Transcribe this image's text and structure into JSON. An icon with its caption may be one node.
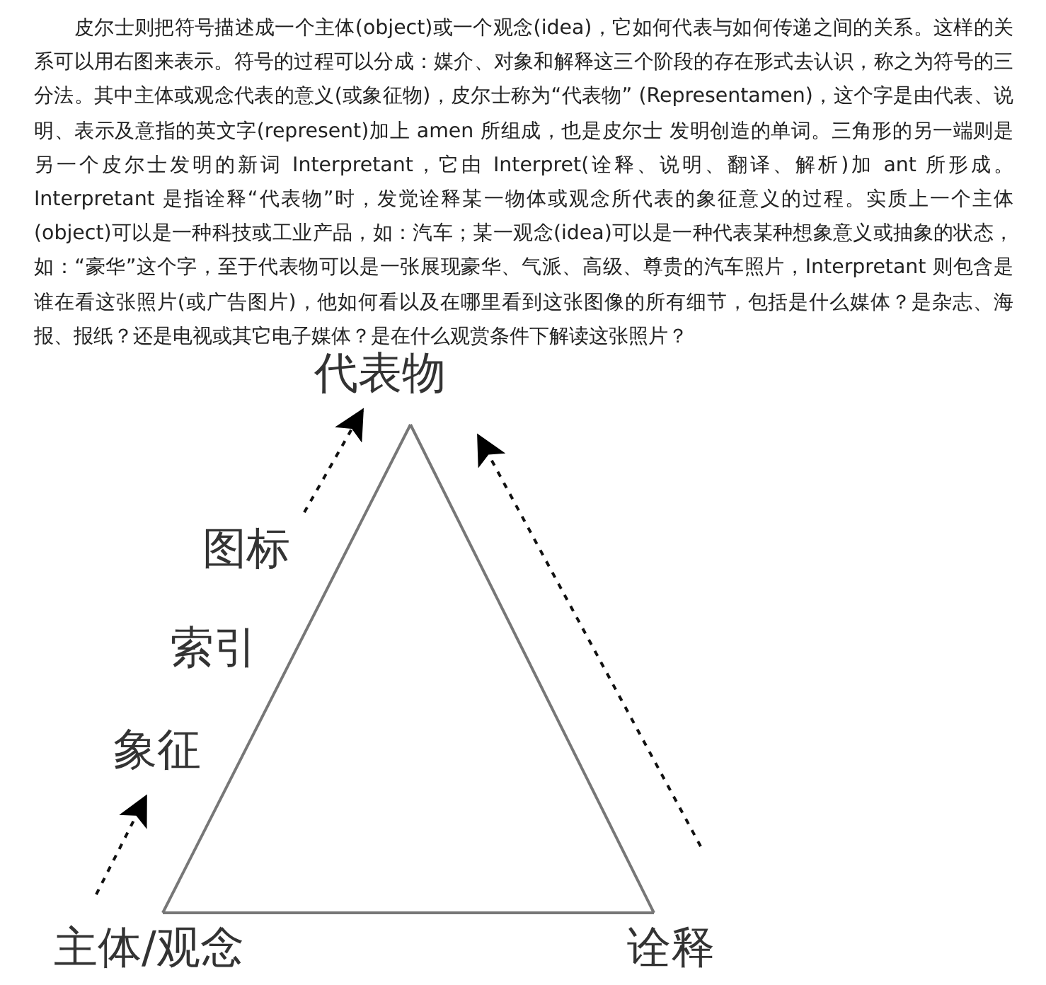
{
  "diagram": {
    "nodes": [
      {
        "text": [
          "代表物"
        ]
      },
      {
        "text": [
          "主体/观念"
        ]
      },
      {
        "text": [
          "诠释"
        ]
      }
    ],
    "edges": [
      {
        "from": 1,
        "to": 0,
        "arrow": "none"
      },
      {
        "from": 0,
        "to": 2,
        "arrow": "none"
      },
      {
        "from": 1,
        "to": 2,
        "arrow": "none"
      }
    ],
    "labels": [
      "皮尔士则把符号描述成一个主体(object)或一个观念(idea)，它如何代表与如何传递之间的关系。这样的关系可以用右图来表示。符号的过程可以分成：媒介、对象和解释这三个阶段的存在形式去认识，称之为符号的三分法。其中主体或观念代表的意义(或象征物)，皮尔士称为“代表物” (Representamen)，这个字是由代表、说明、表示及意指的英文字(represent)加上 amen 所组成，也是皮尔士 发明创造的单词。三角形的另一端则是另一个皮尔士发明的新词 Interpretant，它由 Interpret(诠释、说明、翻译、解析)加 ant 所形成。Interpretant 是指诠释“代表物”时，发觉诠释某一物体或观念所代表的象征意义的过程。实质上一个主体(object)可以是一种科技或工业产品，如：汽车；某一观念(idea)可以是一种代表某种想象意义或抽象的状态，如：“豪华”这个字，至于代表物可以是一张展现豪华、气派、高级、尊贵的汽车照片，Interpretant 则包含是谁在看这张照片(或广告图片)，他如何看以及在哪里看到这张图像的所有细节，包括是什么媒体？是杂志、海报、报纸？还是电视或其它电子媒体？是在什么观赏条件下解读这张照片？",
      "图标",
      "索引",
      "象征"
    ]
  }
}
